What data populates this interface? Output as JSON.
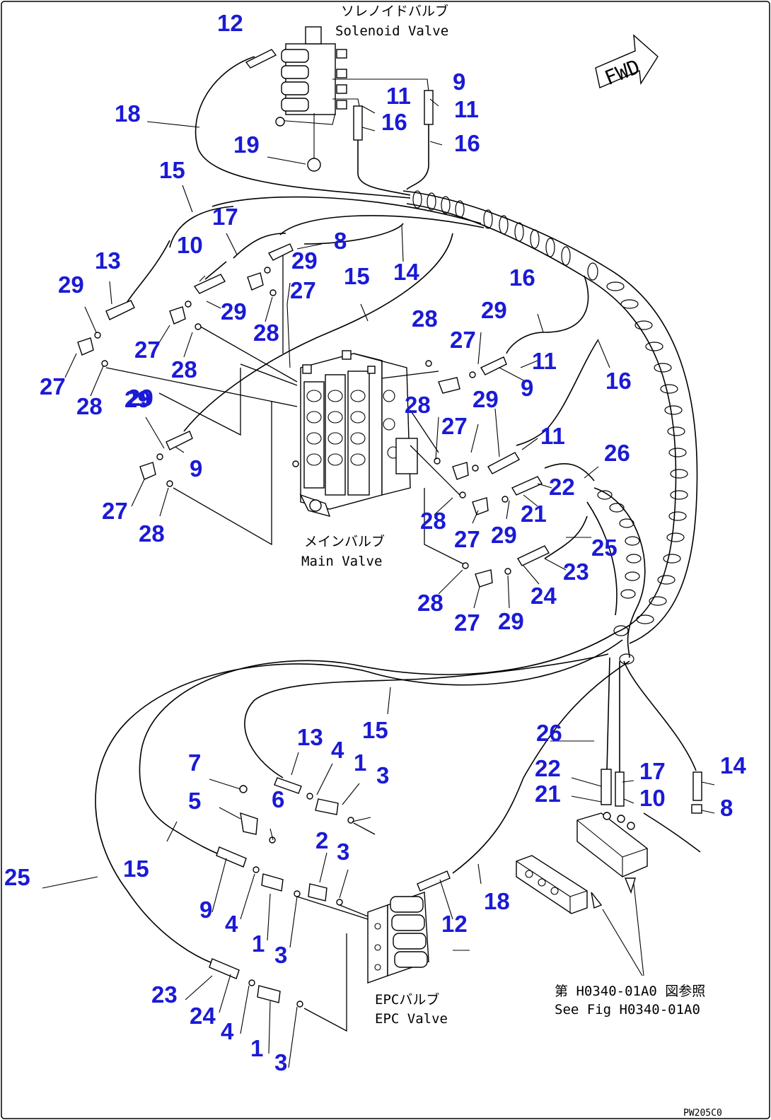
{
  "figure_code": "PW205C0",
  "direction_label": "FWD",
  "components": {
    "solenoid_valve": {
      "jp": "ソレノイドバルブ",
      "en": "Solenoid Valve"
    },
    "main_valve": {
      "jp": "メインバルブ",
      "en": "Main Valve"
    },
    "epc_valve": {
      "jp": "EPCバルブ",
      "en": "EPC Valve"
    },
    "reference": {
      "jp": "第 H0340-01A0 図参照",
      "en": "See Fig H0340-01A0"
    }
  },
  "callouts": [
    "12",
    "18",
    "19",
    "9",
    "11",
    "16",
    "11",
    "16",
    "15",
    "17",
    "8",
    "29",
    "14",
    "10",
    "13",
    "29",
    "27",
    "15",
    "29",
    "27",
    "28",
    "16",
    "28",
    "29",
    "27",
    "29",
    "28",
    "27",
    "28",
    "11",
    "9",
    "16",
    "29",
    "28",
    "27",
    "11",
    "26",
    "9",
    "29",
    "22",
    "27",
    "21",
    "28",
    "28",
    "27",
    "29",
    "25",
    "23",
    "24",
    "28",
    "27",
    "29",
    "15",
    "26",
    "13",
    "7",
    "4",
    "1",
    "3",
    "22",
    "17",
    "14",
    "6",
    "21",
    "10",
    "8",
    "5",
    "2",
    "15",
    "3",
    "25",
    "18",
    "9",
    "4",
    "12",
    "1",
    "3",
    "23",
    "24",
    "4",
    "1",
    "3"
  ]
}
